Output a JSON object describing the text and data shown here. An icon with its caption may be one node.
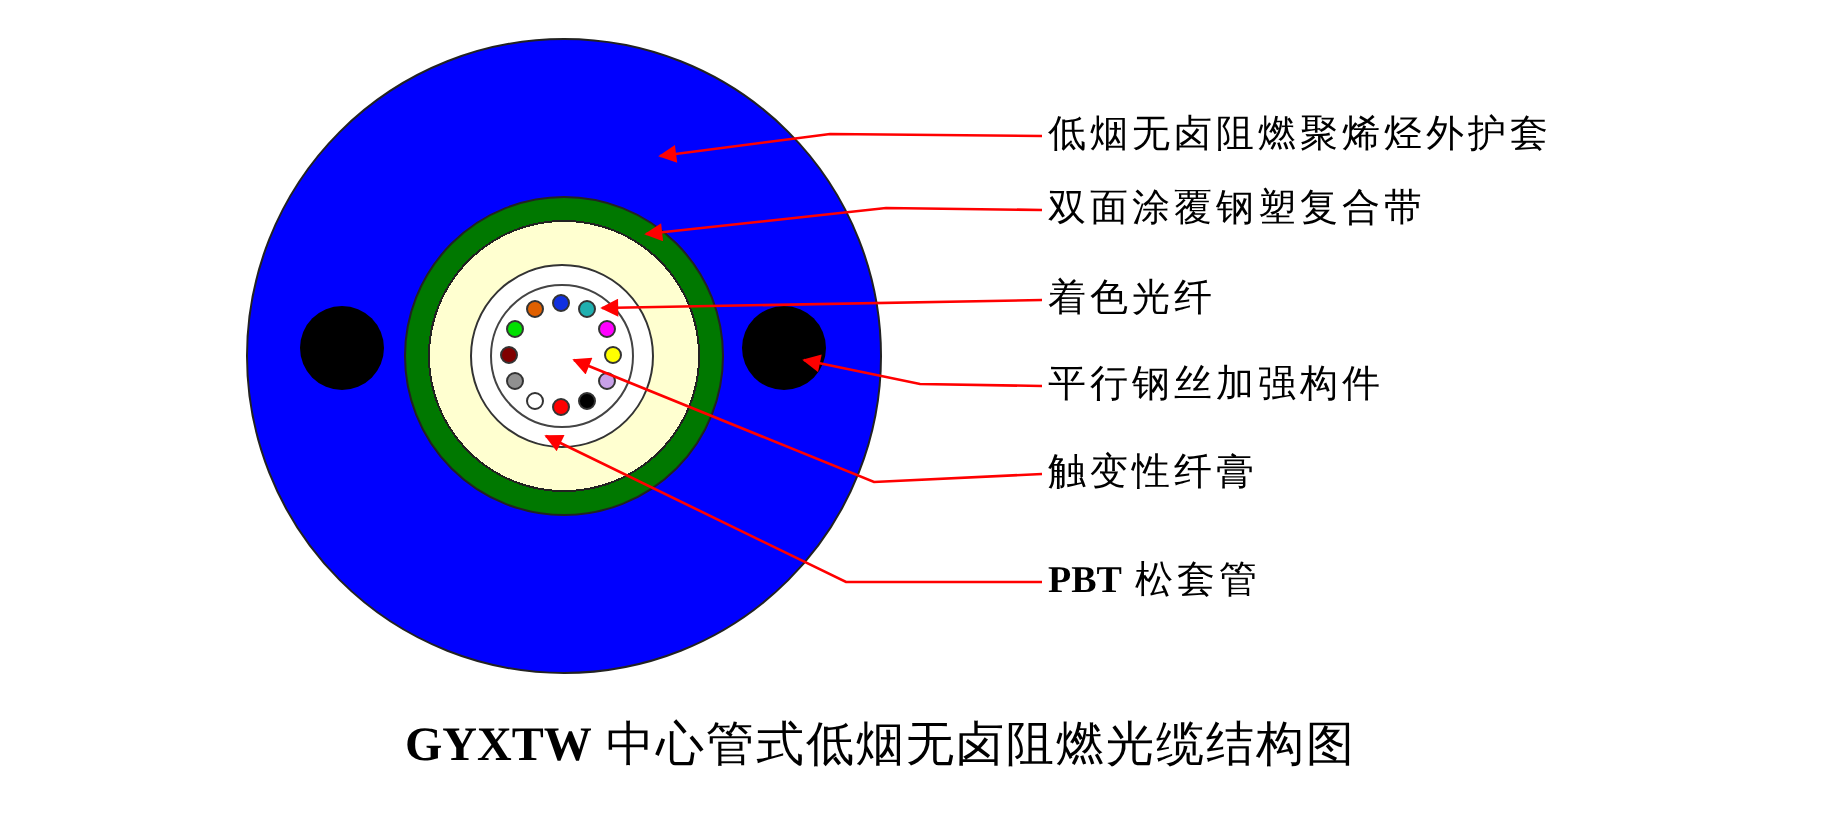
{
  "diagram": {
    "title": "**GYXTW** 中心管式低烟无卤阻燃光缆结构图",
    "nodes": [
      {
        "text": [],
        "shape": "circle"
      },
      {
        "text": [],
        "shape": "circle",
        "in": 0
      },
      {
        "text": [],
        "shape": "circle",
        "in": 0
      },
      {
        "text": [],
        "shape": "circle",
        "in": 2
      },
      {
        "text": [],
        "shape": "circle",
        "in": 3
      },
      {
        "text": [],
        "shape": "circle",
        "in": 4
      },
      {
        "text": [],
        "shape": "circle",
        "in": 0
      },
      {
        "text": [
          "低烟无卤阻燃聚烯烃外护套"
        ]
      },
      {
        "text": [
          "双面涂覆钢塑复合带"
        ]
      },
      {
        "text": [
          "着色光纤"
        ]
      },
      {
        "text": [
          "平行钢丝加强构件"
        ]
      },
      {
        "text": [
          "触变性纤膏"
        ]
      },
      {
        "text": [
          "**PBT** 松套管"
        ]
      }
    ],
    "edges": [
      {
        "from": 7,
        "to": 0,
        "arrow": "to"
      },
      {
        "from": 8,
        "to": 2,
        "arrow": "to"
      },
      {
        "from": 9,
        "to": 5,
        "arrow": "to"
      },
      {
        "from": 10,
        "to": 6,
        "arrow": "to"
      },
      {
        "from": 11,
        "to": 4,
        "arrow": "to"
      },
      {
        "from": 12,
        "to": 3,
        "arrow": "to"
      }
    ]
  }
}
